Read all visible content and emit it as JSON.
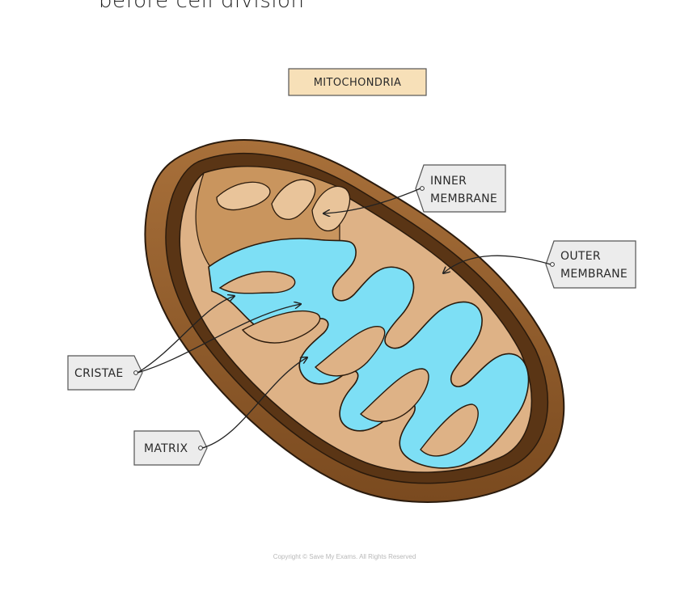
{
  "page": {
    "heading_fragment": "before cell division"
  },
  "diagram": {
    "title": "MITOCHONDRIA",
    "labels": {
      "inner_membrane": [
        "INNER",
        "MEMBRANE"
      ],
      "outer_membrane": [
        "OUTER",
        "MEMBRANE"
      ],
      "cristae": "CRISTAE",
      "matrix": "MATRIX"
    },
    "copyright": "Copyright © Save My Exams. All Rights Reserved"
  },
  "colors": {
    "outer_membrane": "#8a5a2b",
    "intermembrane_space": "#5a3515",
    "inner_membrane": "#f2ddc1",
    "cristae_fold": "#d9ae80",
    "matrix": "#7ddff5",
    "label_box": "#ececec",
    "title_box": "#f7e0b8"
  }
}
